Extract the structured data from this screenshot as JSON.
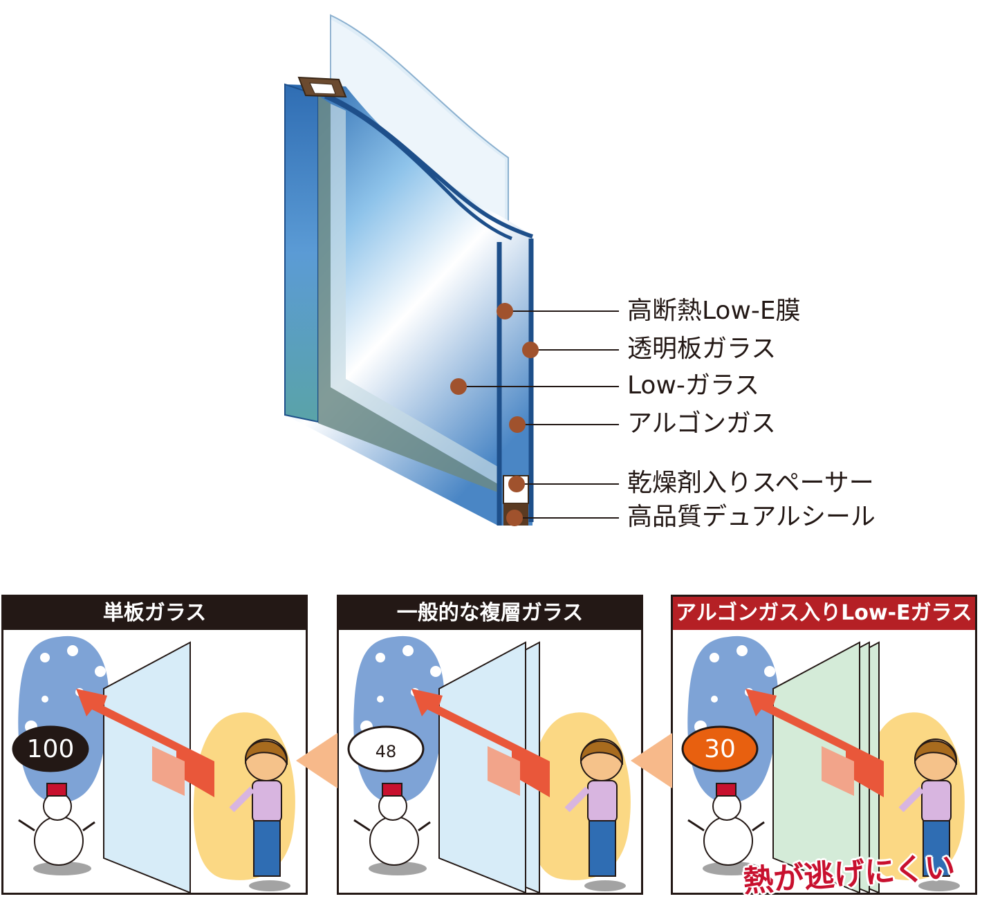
{
  "callouts": [
    {
      "label": "高断熱Low-E膜"
    },
    {
      "label": "透明板ガラス"
    },
    {
      "label": "Low-ガラス"
    },
    {
      "label": "アルゴンガス"
    },
    {
      "label": "乾燥剤入りスペーサー"
    },
    {
      "label": "高品質デュアルシール"
    }
  ],
  "comparison": {
    "panels": [
      {
        "title": "単板ガラス",
        "value": "100",
        "header_color": "#231815",
        "badge_color": "#231815",
        "badge_text_color": "#ffffff",
        "glass_color": "#d7ecf8",
        "panes": 1
      },
      {
        "title": "一般的な複層ガラス",
        "value": "48",
        "header_color": "#231815",
        "badge_color": "#ffffff",
        "badge_text_color": "#231815",
        "glass_color": "#d7ecf8",
        "panes": 2
      },
      {
        "title": "アルゴンガス入りLow-Eガラス",
        "value": "30",
        "header_color": "#b52025",
        "badge_color": "#e8600f",
        "badge_text_color": "#ffffff",
        "glass_color": "#d4ebd8",
        "panes": 3
      }
    ],
    "tagline": "熱が逃げにくい"
  },
  "colors": {
    "callout_dot": "#a0522d",
    "arrow": "#e9573a",
    "arrow_light": "#f2a48a",
    "cold": "#7ea3d6",
    "warm": "#fbd884",
    "chevron": "#f7b98a"
  }
}
